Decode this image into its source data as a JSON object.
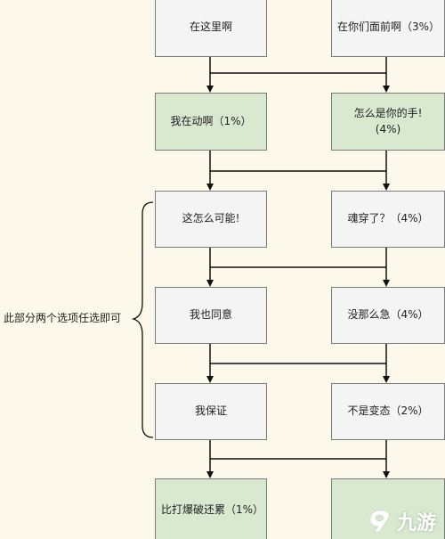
{
  "nodes": {
    "r1_left": "在这里啊",
    "r1_right": "在你们面前啊（3%）",
    "r2_left": "我在动啊（1%）",
    "r2_right_line1": "怎么是你的手!",
    "r2_right_line2": "(4%)",
    "r3_left": "这怎么可能!",
    "r3_right": "魂穿了？（4%）",
    "r4_left": "我也同意",
    "r4_right": "没那么急（4%）",
    "r5_left": "我保证",
    "r5_right": "不是变态（2%）",
    "r6_left": "比打爆破还累（1%）"
  },
  "side_label": "此部分两个选项任选即可",
  "watermark": {
    "text": "九游",
    "icon": "9game-logo-icon"
  },
  "colors": {
    "background": "#fcf8ea",
    "white_node": "#f4f4f4",
    "green_node": "#d8e9d0",
    "border": "#7a7a7a",
    "line": "#111111"
  }
}
